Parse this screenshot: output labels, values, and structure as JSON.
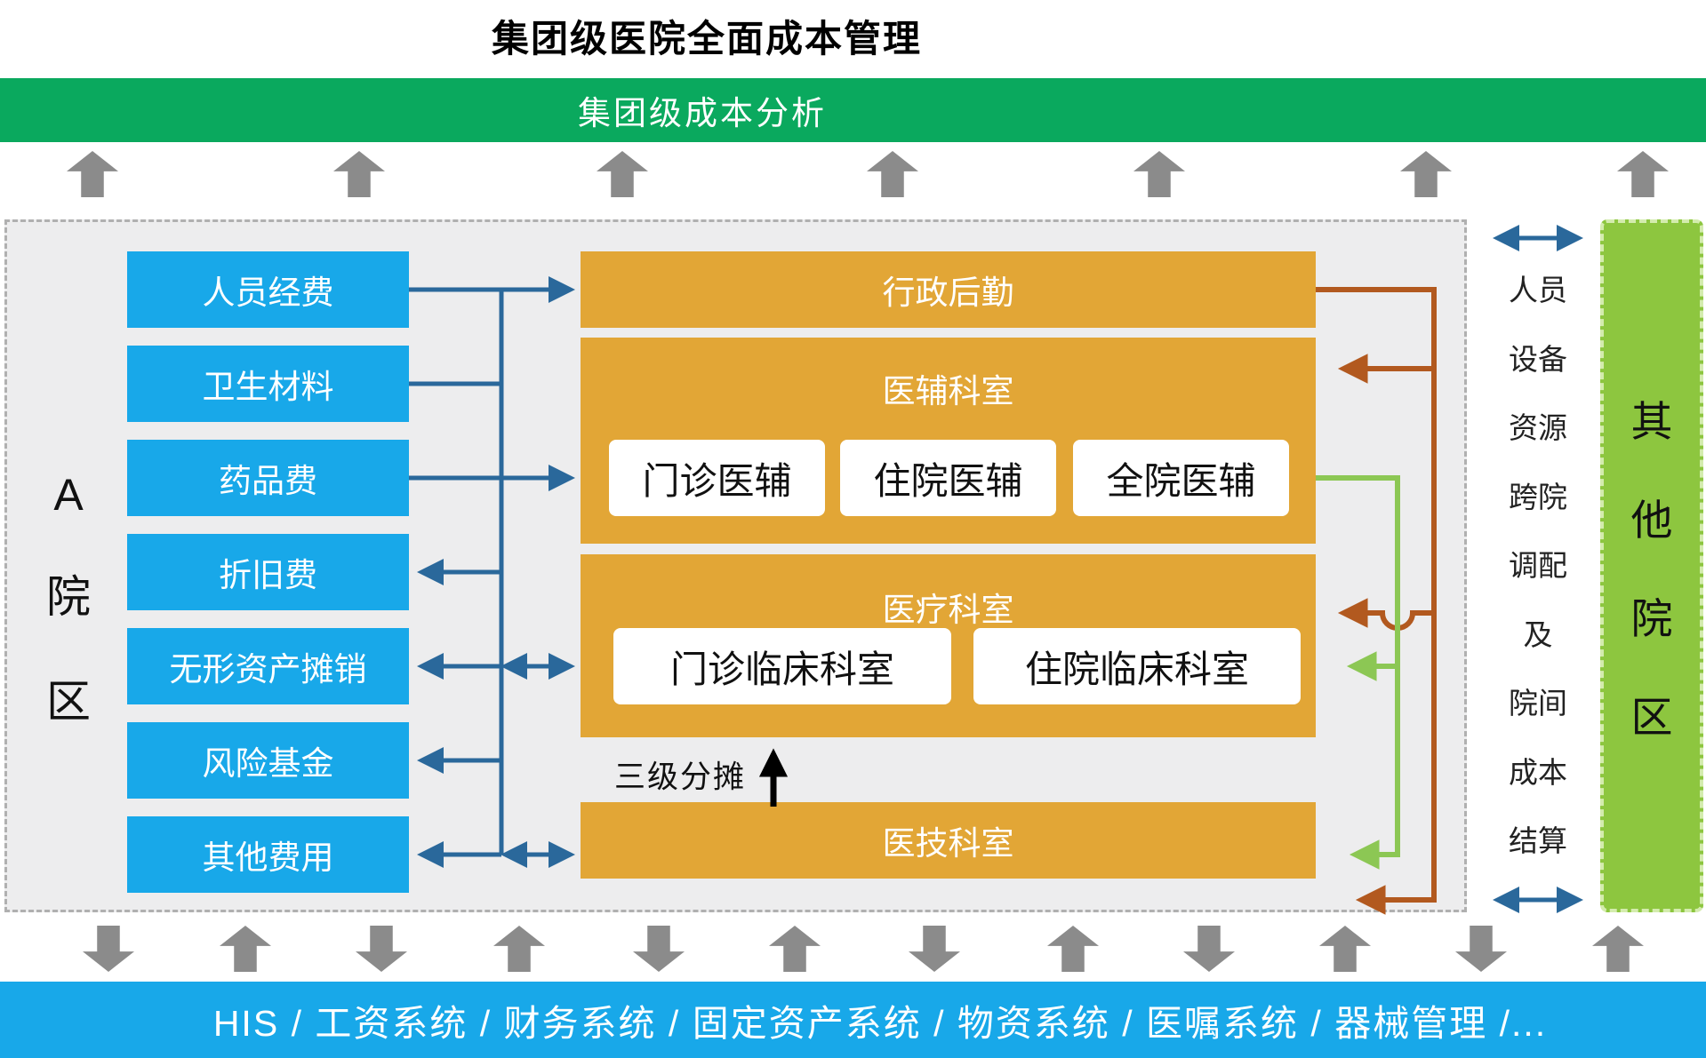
{
  "title": "集团级医院全面成本管理",
  "top_banner": {
    "label": "集团级成本分析"
  },
  "bottom_banner": {
    "label": "HIS / 工资系统 / 财务系统 / 固定资产系统 / 物资系统 / 医嘱系统 / 器械管理 /..."
  },
  "campus_a": {
    "chars": [
      "A",
      "院",
      "区"
    ]
  },
  "cost_items": [
    "人员经费",
    "卫生材料",
    "药品费",
    "折旧费",
    "无形资产摊销",
    "风险基金",
    "其他费用"
  ],
  "departments": {
    "admin": {
      "title": "行政后勤"
    },
    "aux": {
      "title": "医辅科室",
      "subs": [
        "门诊医辅",
        "住院医辅",
        "全院医辅"
      ]
    },
    "clinical": {
      "title": "医疗科室",
      "subs": [
        "门诊临床科室",
        "住院临床科室"
      ]
    },
    "tech": {
      "title": "医技科室"
    }
  },
  "allocation_label": "三级分摊",
  "transfer_column": {
    "items": [
      "人员",
      "设备",
      "资源",
      "跨院",
      "调配",
      "及",
      "院间",
      "成本",
      "结算"
    ]
  },
  "other_campus": {
    "chars": [
      "其",
      "他",
      "院",
      "区"
    ]
  },
  "flow_arrows": {
    "top": [
      "up",
      "up",
      "up",
      "up",
      "up",
      "up",
      "up"
    ],
    "bottom": [
      "down",
      "up",
      "down",
      "up",
      "down",
      "up",
      "down",
      "up",
      "down",
      "up",
      "down",
      "up"
    ]
  },
  "colors": {
    "banner_green": "#0aa95e",
    "box_blue": "#18a8e9",
    "box_orange": "#e2a636",
    "campus_green": "#8dc63f",
    "connector_blue": "#2a689b",
    "connector_brown": "#b2591f",
    "connector_green": "#8cc754",
    "flow_gray": "#8b8b8b"
  }
}
